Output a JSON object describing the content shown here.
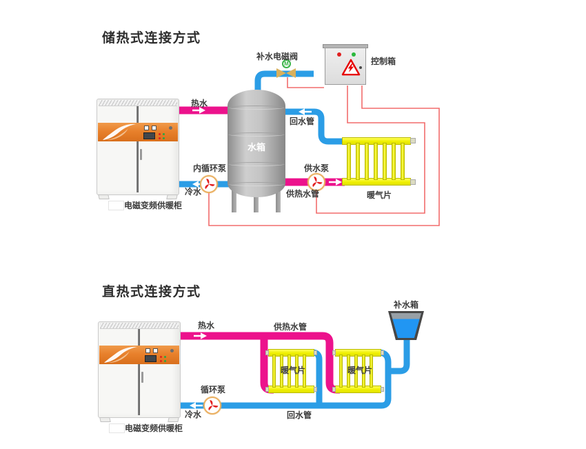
{
  "colors": {
    "hot_pipe": "#ec128c",
    "cold_pipe": "#2b9de6",
    "radiator_yellow": "#f2f200",
    "wire_red": "#f26c6c",
    "cabinet_band_orange": "#e8812c",
    "valve_green": "#3cb54a",
    "warning_red": "#e60000",
    "water_blue": "#2196f3",
    "tank_gray": "#b5b5b5"
  },
  "storage_system": {
    "title": "储热式连接方式",
    "labels": {
      "refill_valve": "补水电磁阀",
      "valve_motor_letter": "M",
      "control_box": "控制箱",
      "hot_water": "热水",
      "return_pipe": "回水管",
      "water_tank": "水箱",
      "inner_pump": "内循环泵",
      "supply_pump": "供水泵",
      "cold_water": "冷水",
      "supply_pipe": "供热水管",
      "radiator": "暖气片",
      "cabinet": "电磁变频供暖柜"
    }
  },
  "direct_system": {
    "title": "直热式连接方式",
    "labels": {
      "hot_water": "热水",
      "supply_pipe": "供热水管",
      "radiator_left": "暖气片",
      "radiator_right": "暖气片",
      "refill_tank": "补水箱",
      "circulation_pump": "循环泵",
      "cold_water": "冷水",
      "return_pipe": "回水管",
      "cabinet": "电磁变频供暖柜"
    }
  }
}
